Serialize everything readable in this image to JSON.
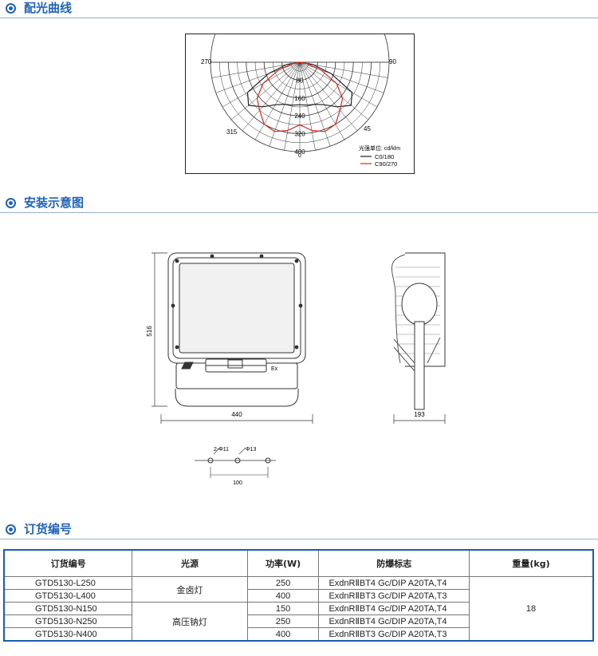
{
  "sections": {
    "light_curve": {
      "title": "配光曲线"
    },
    "install": {
      "title": "安装示意图"
    },
    "order": {
      "title": "订货编号"
    }
  },
  "polar_chart": {
    "angle_labels": {
      "left": "270",
      "right": "90",
      "lower_left": "315",
      "lower_right": "45",
      "bottom": "0"
    },
    "radial_labels": [
      "80",
      "160",
      "240",
      "320",
      "400"
    ],
    "legend": {
      "title": "光强单位: cd/klm",
      "entries": [
        {
          "label": "C0/180",
          "color": "#222222"
        },
        {
          "label": "C90/270",
          "color": "#d42a1e"
        }
      ]
    }
  },
  "chart_data": {
    "type": "polar",
    "title": "配光曲线",
    "unit": "cd/klm",
    "rlim": [
      0,
      400
    ],
    "angle_ticks": [
      270,
      315,
      0,
      45,
      90
    ],
    "series": [
      {
        "name": "C0/180",
        "color": "#222222",
        "theta": [
          -90,
          -80,
          -70,
          -60,
          -50,
          -40,
          -30,
          -20,
          -10,
          0,
          10,
          20,
          30,
          40,
          50,
          60,
          70,
          80,
          90
        ],
        "r": [
          0,
          60,
          150,
          270,
          300,
          260,
          220,
          200,
          195,
          190,
          195,
          200,
          220,
          260,
          300,
          270,
          150,
          60,
          0
        ]
      },
      {
        "name": "C90/270",
        "color": "#d42a1e",
        "theta": [
          -90,
          -80,
          -70,
          -60,
          -50,
          -40,
          -30,
          -20,
          -10,
          0,
          10,
          20,
          30,
          40,
          50,
          60,
          70,
          80,
          90
        ],
        "r": [
          0,
          30,
          100,
          190,
          250,
          280,
          320,
          330,
          310,
          280,
          310,
          330,
          320,
          280,
          250,
          190,
          100,
          30,
          0
        ]
      }
    ]
  },
  "install_drawing": {
    "dim_height": "516",
    "dim_width": "440",
    "dim_depth": "193",
    "dim_holes": "2-Φ11",
    "dim_hole2": "Φ13",
    "dim_spacing": "100",
    "badge": "Ex"
  },
  "order_table": {
    "headers": [
      "订货编号",
      "光源",
      "功率(W)",
      "防爆标志",
      "重量(kg)"
    ],
    "rows": [
      {
        "model": "GTD5130-L250",
        "power": "250",
        "marking": "ExdnRⅡBT4  Gc/DIP A20TA,T4"
      },
      {
        "model": "GTD5130-L400",
        "power": "400",
        "marking": "ExdnRⅡBT3  Gc/DIP A20TA,T3"
      },
      {
        "model": "GTD5130-N150",
        "power": "150",
        "marking": "ExdnRⅡBT4  Gc/DIP A20TA,T4"
      },
      {
        "model": "GTD5130-N250",
        "power": "250",
        "marking": "ExdnRⅡBT4  Gc/DIP A20TA,T4"
      },
      {
        "model": "GTD5130-N400",
        "power": "400",
        "marking": "ExdnRⅡBT3  Gc/DIP A20TA,T3"
      }
    ],
    "source_groups": [
      "金卤灯",
      "高压钠灯"
    ],
    "weight": "18"
  }
}
